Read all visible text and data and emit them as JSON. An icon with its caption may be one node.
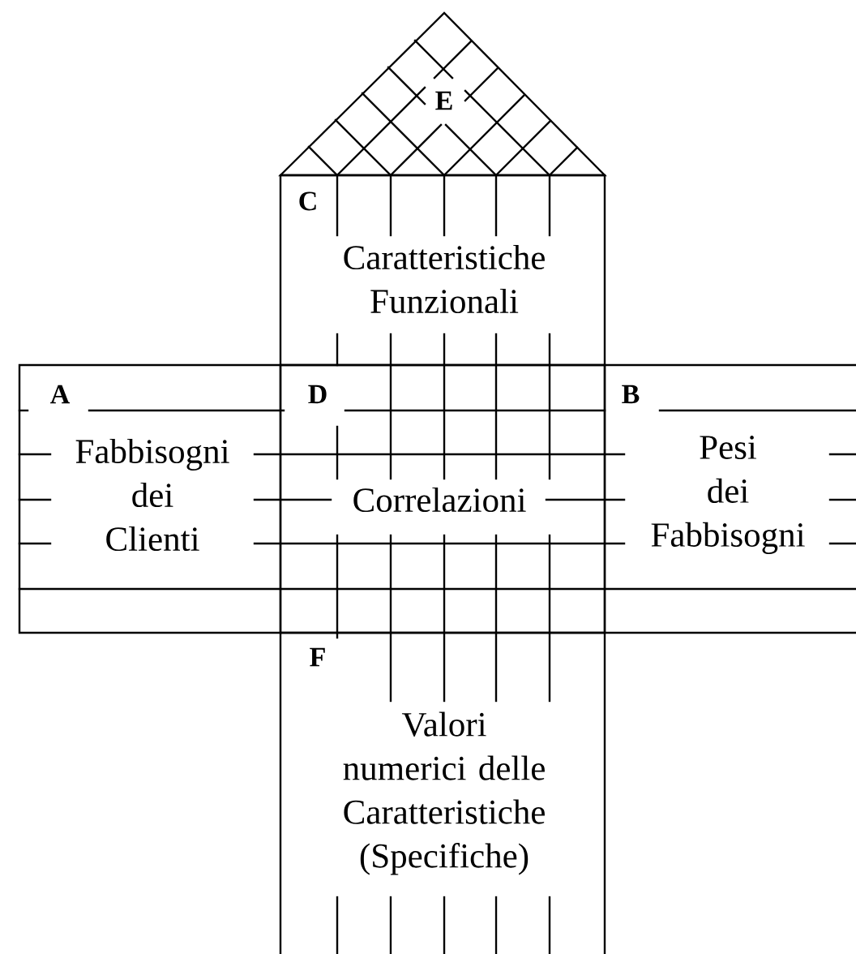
{
  "diagram": {
    "nodes": [
      {
        "text": [
          "E"
        ]
      },
      {
        "text": [
          "C",
          "Caratteristiche Funzionali"
        ]
      },
      {
        "text": [
          "A",
          "Fabbisogni dei Clienti"
        ]
      },
      {
        "text": [
          "D",
          "Correlazioni"
        ]
      },
      {
        "text": [
          "B",
          "Pesi dei Fabbisogni"
        ]
      },
      {
        "text": [
          "F",
          "Valori numerici delle Caratteristiche (Specifiche)"
        ]
      }
    ]
  }
}
